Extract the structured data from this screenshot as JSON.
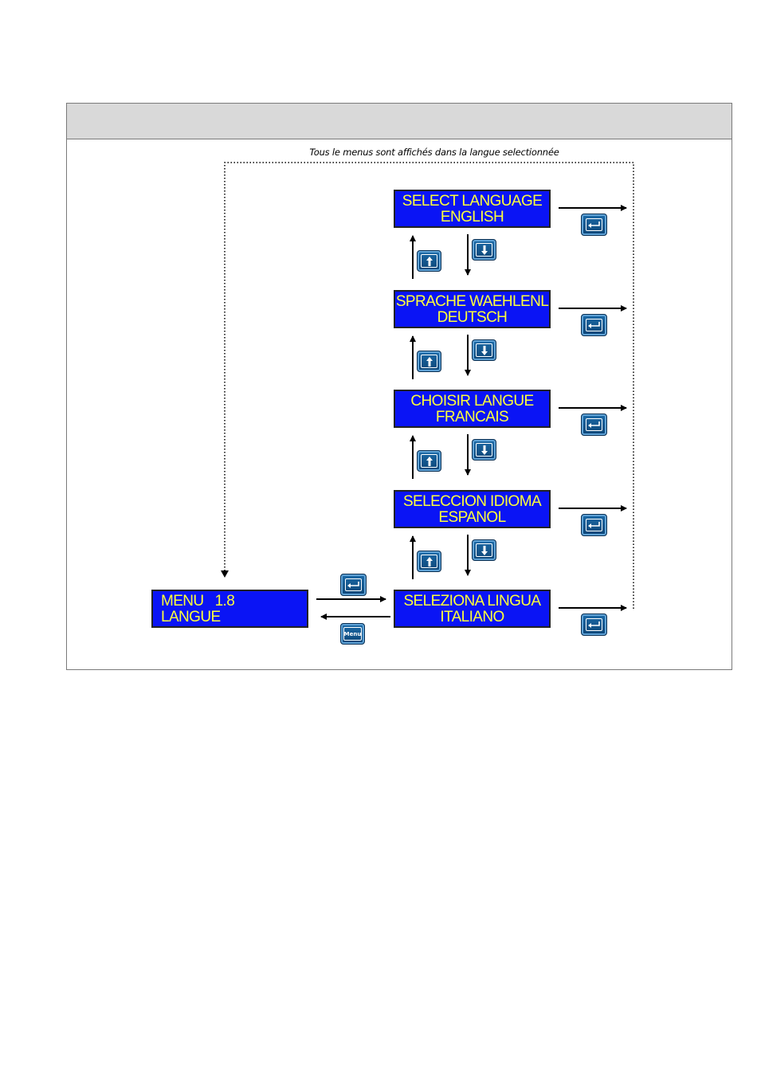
{
  "note": "Tous le menus sont affichés dans la langue selectionnée",
  "menu_display": {
    "line1": "MENU   1.8",
    "line2": "LANGUE"
  },
  "language_displays": [
    {
      "line1": "SELECT LANGUAGE",
      "line2": "ENGLISH"
    },
    {
      "line1": "SPRACHE WAEHLENL",
      "line2": "DEUTSCH"
    },
    {
      "line1": "CHOISIR LANGUE",
      "line2": "FRANCAIS"
    },
    {
      "line1": "SELECCION IDIOMA",
      "line2": "ESPANOL"
    },
    {
      "line1": "SELEZIONA LINGUA",
      "line2": "ITALIANO"
    }
  ],
  "keys": {
    "menu_label": "Menu",
    "enter_icon": "enter-icon",
    "up_icon": "arrow-up-icon",
    "down_icon": "arrow-down-icon"
  },
  "colors": {
    "lcd_background": "#0a14f5",
    "lcd_text": "#ffff3a",
    "key_blue": "#1d6ba8",
    "header_gray": "#d9d9d9"
  }
}
